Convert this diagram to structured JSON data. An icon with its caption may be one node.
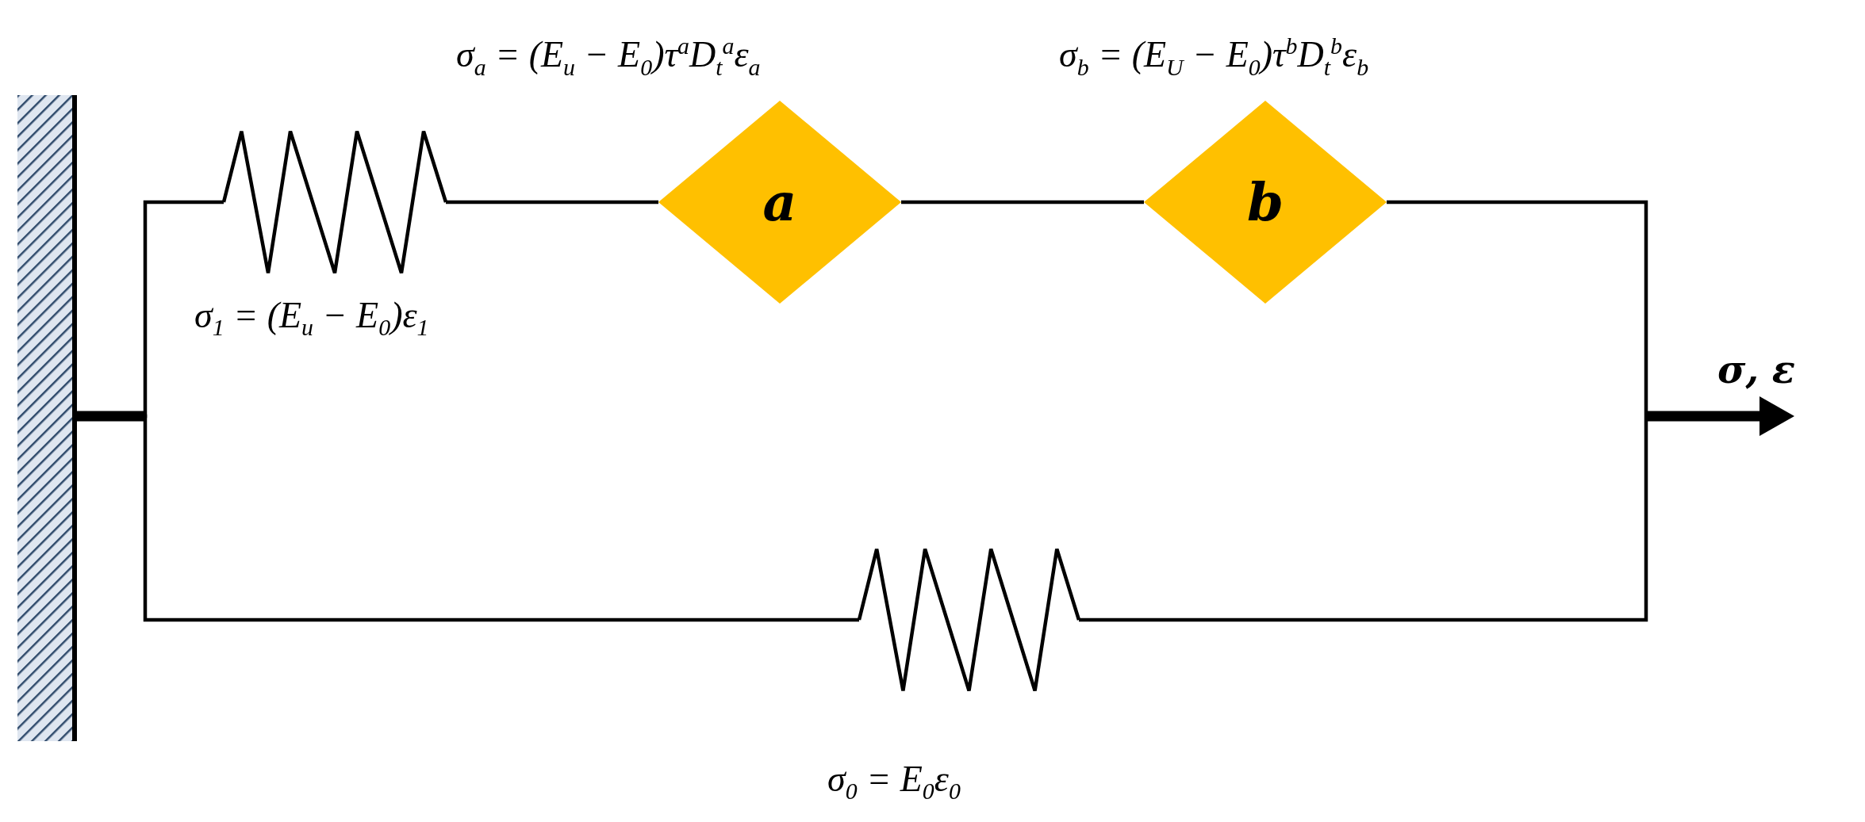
{
  "diagram": {
    "nodes": [
      {
        "text": [],
        "shape": "box"
      },
      {
        "text": [],
        "shape": "spring",
        "beside": [
          "σ$_{1}$ = (E$_{u}$ − E$_{0}$)ε$_{1}$"
        ]
      },
      {
        "text": [
          "a"
        ],
        "beside": [
          "σ$_{a}$ = (E$_{u}$ − E$_{0}$)τ$^{a}$D$_{t}$$^{a}$ε$_{a}$"
        ]
      },
      {
        "text": [
          "b"
        ],
        "beside": [
          "σ$_{b}$ = (E$_{U}$ − E$_{0}$)τ$^{b}$D$_{t}$$^{b}$ε$_{b}$"
        ]
      },
      {
        "text": [],
        "shape": "spring",
        "beside": [
          "σ$_{0}$ = E$_{0}$ε$_{0}$"
        ]
      }
    ],
    "edges": [
      {
        "from": 0,
        "to": 1,
        "arrow": "none"
      },
      {
        "from": 1,
        "to": 2,
        "arrow": "none"
      },
      {
        "from": 2,
        "to": 3,
        "arrow": "none"
      },
      {
        "from": 0,
        "to": 4,
        "arrow": "none"
      },
      {
        "from": 3,
        "to": 4,
        "arrow": "none"
      }
    ],
    "labels": [
      "σ, ε"
    ]
  }
}
